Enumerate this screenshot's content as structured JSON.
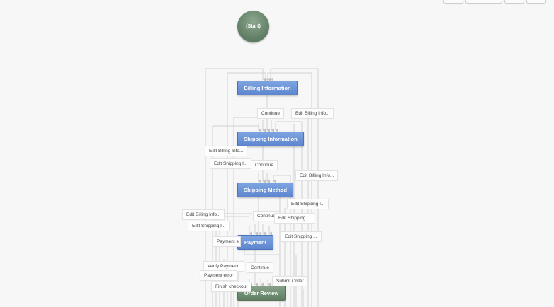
{
  "start": {
    "label": "(Start)"
  },
  "nodes": {
    "billing": "Billing Information",
    "shipping_info": "Shipping Information",
    "shipping_method": "Shipping Method",
    "payment": "Payment",
    "order_review": "Order Review"
  },
  "edge_labels": {
    "continue_1": "Continue",
    "edit_billing_1": "Edit Billing Info...",
    "edit_billing_2": "Edit Billing Info...",
    "edit_shipping_1": "Edit Shipping I...",
    "continue_2": "Continue",
    "edit_billing_3": "Edit Billing Info...",
    "edit_shipping_2": "Edit Shipping I...",
    "edit_billing_4": "Edit Billing Info...",
    "continue_3": "Continue",
    "edit_shipping_3": "Edit Shipping ...",
    "edit_shipping_4": "Edit Shipping I...",
    "edit_shipping_5": "Edit Shipping ...",
    "payment_error_1": "Payment e",
    "verify_payment": "Verify Payment:",
    "continue_4": "Continue",
    "payment_error_2": "Payment error",
    "submit_order": "Submit Order",
    "finish_checkout": "Finish checkout"
  },
  "colors": {
    "node_blue": "#6b93d6",
    "node_green": "#6b8a6e",
    "line": "#cfcfcf",
    "background": "#f7f7f7"
  }
}
